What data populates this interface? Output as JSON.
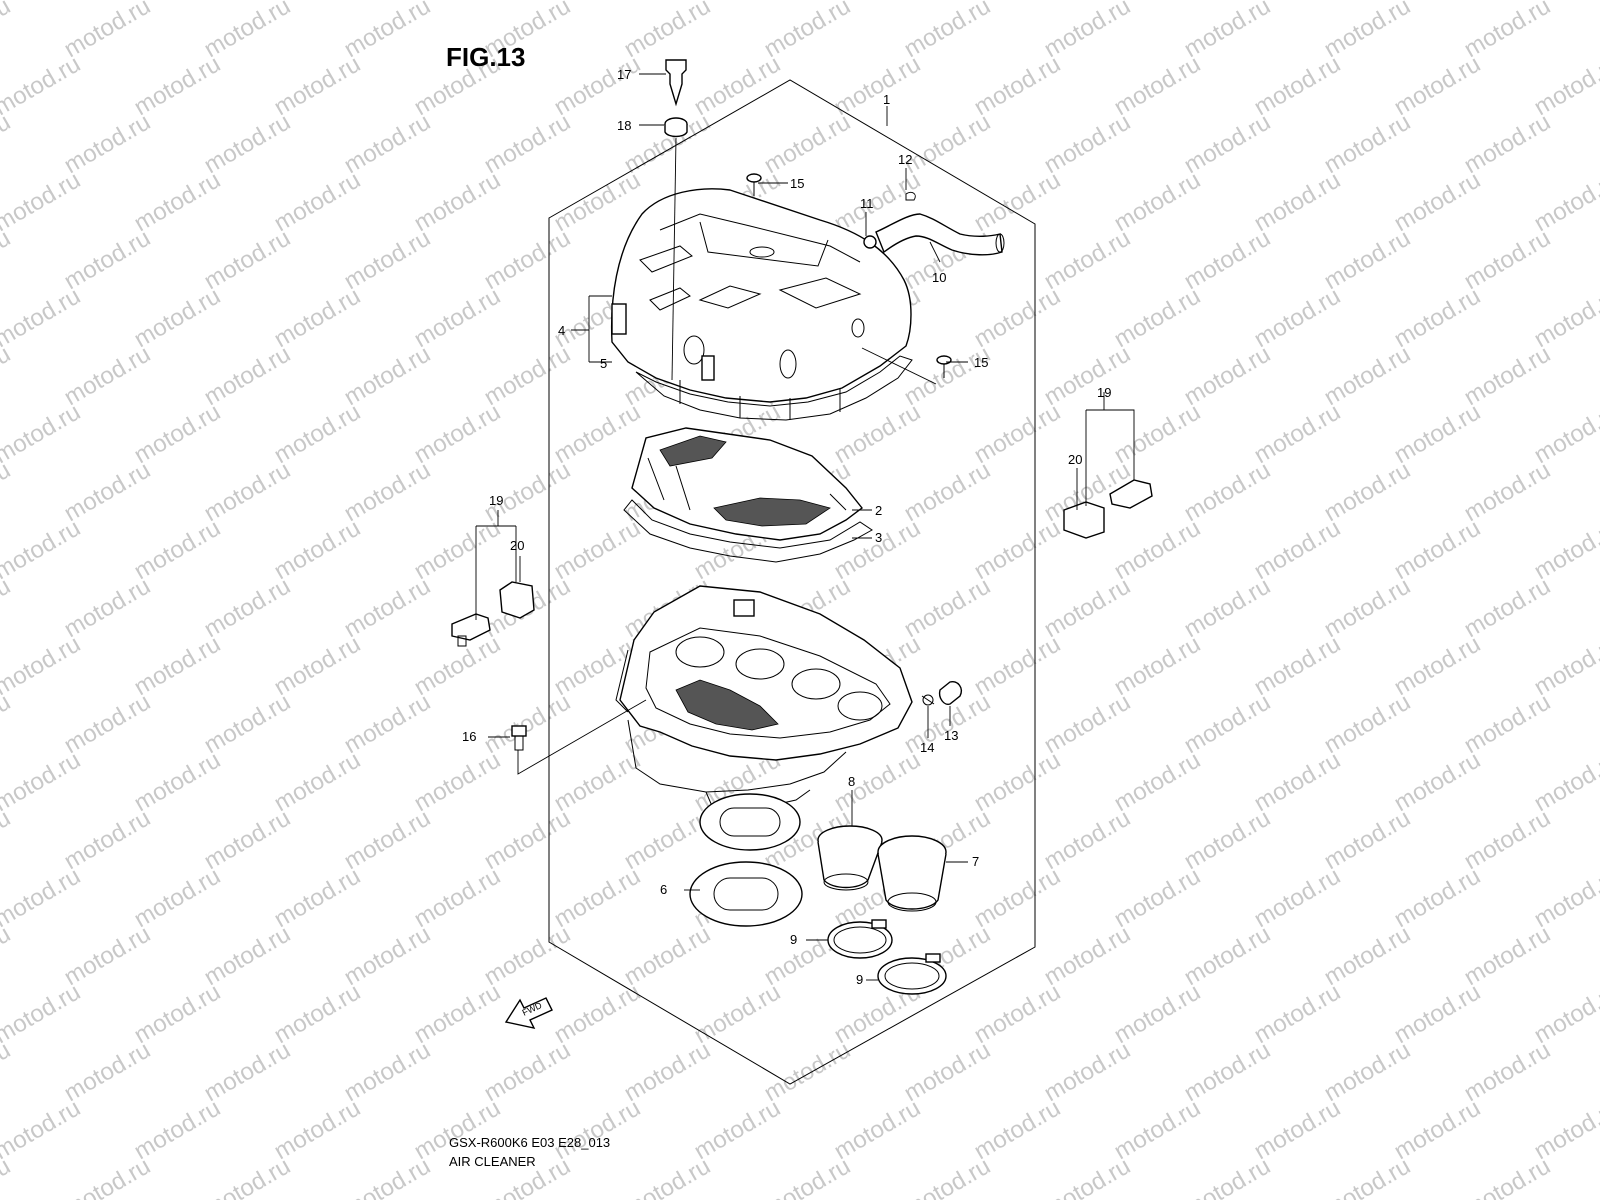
{
  "figure": {
    "title": "FIG.13",
    "model_code": "GSX-R600K6 E03 E28_013",
    "section_name": "AIR CLEANER",
    "watermark_text": "motod.ru",
    "fwd_label": "FWD"
  },
  "callouts": {
    "c1": "1",
    "c2": "2",
    "c3": "3",
    "c4": "4",
    "c5": "5",
    "c6": "6",
    "c7": "7",
    "c8": "8",
    "c9a": "9",
    "c9b": "9",
    "c10": "10",
    "c11": "11",
    "c12": "12",
    "c13": "13",
    "c14": "14",
    "c15a": "15",
    "c15b": "15",
    "c16": "16",
    "c17": "17",
    "c18": "18",
    "c19a": "19",
    "c19b": "19",
    "c20a": "20",
    "c20b": "20"
  },
  "colors": {
    "line": "#000000",
    "watermark": "#c8c8c8",
    "background": "#ffffff"
  }
}
